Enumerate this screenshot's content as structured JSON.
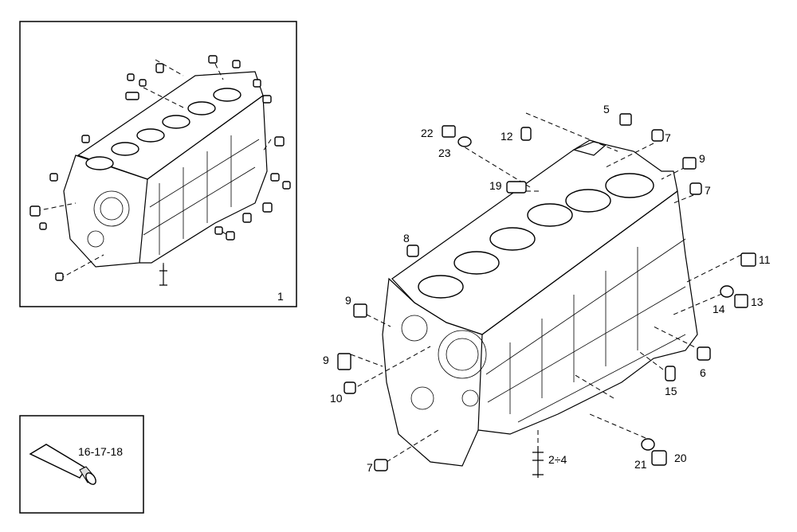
{
  "diagram": {
    "inset_assembly_label": "1",
    "kit_label": "16-17-18",
    "callouts": [
      "5",
      "22",
      "23",
      "12",
      "7",
      "9",
      "19",
      "7",
      "8",
      "11",
      "9",
      "14",
      "13",
      "9",
      "10",
      "6",
      "15",
      "7",
      "2÷4",
      "21",
      "20"
    ]
  }
}
